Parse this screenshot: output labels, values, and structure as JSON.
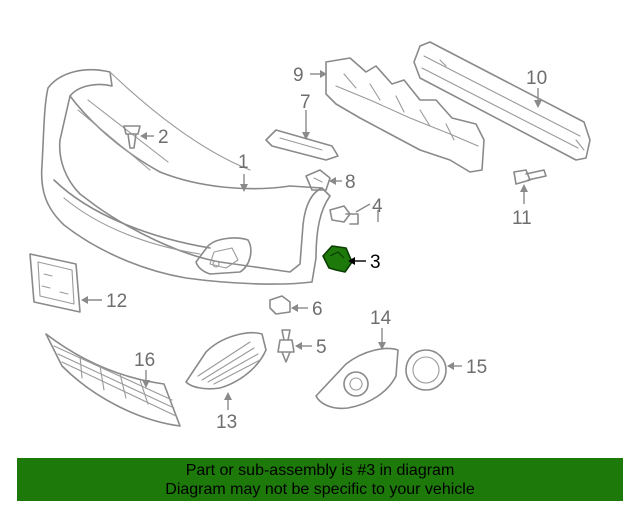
{
  "diagram": {
    "highlight_color": "#1d7a0a",
    "callouts": [
      {
        "id": "1",
        "label": "1"
      },
      {
        "id": "2",
        "label": "2"
      },
      {
        "id": "3",
        "label": "3"
      },
      {
        "id": "4",
        "label": "4"
      },
      {
        "id": "5",
        "label": "5"
      },
      {
        "id": "6",
        "label": "6"
      },
      {
        "id": "7",
        "label": "7"
      },
      {
        "id": "8",
        "label": "8"
      },
      {
        "id": "9",
        "label": "9"
      },
      {
        "id": "10",
        "label": "10"
      },
      {
        "id": "11",
        "label": "11"
      },
      {
        "id": "12",
        "label": "12"
      },
      {
        "id": "13",
        "label": "13"
      },
      {
        "id": "14",
        "label": "14"
      },
      {
        "id": "15",
        "label": "15"
      },
      {
        "id": "16",
        "label": "16"
      }
    ]
  },
  "banner": {
    "line1": "Part or sub-assembly is #3 in diagram",
    "line2": "Diagram may not be specific to your vehicle",
    "color": "#1d7a0a"
  }
}
